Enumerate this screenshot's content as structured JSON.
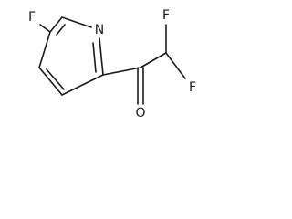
{
  "molecule": {
    "atoms": {
      "fluorine_ring": "F",
      "nitrogen": "N",
      "oxygen": "O",
      "fluorine_top": "F",
      "fluorine_right": "F"
    }
  }
}
